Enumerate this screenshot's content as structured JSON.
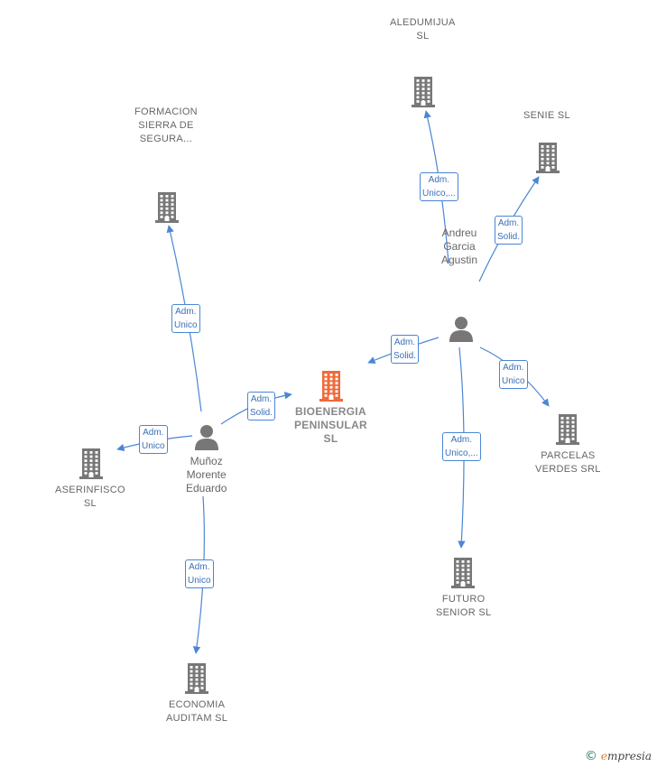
{
  "colors": {
    "edge": "#4a86d4",
    "building": "#777777",
    "building_center": "#f06a3a",
    "person": "#777777"
  },
  "center": {
    "name_lines": [
      "BIOENERGIA",
      "PENINSULAR",
      "SL"
    ]
  },
  "persons": [
    {
      "id": "andreu",
      "name_lines": [
        "Andreu",
        "Garcia",
        "Agustin"
      ]
    },
    {
      "id": "munoz",
      "name_lines": [
        "Muñoz",
        "Morente",
        "Eduardo"
      ]
    }
  ],
  "companies": [
    {
      "id": "aledumijua",
      "name_lines": [
        "ALEDUMIJUA",
        "SL"
      ]
    },
    {
      "id": "senie",
      "name_lines": [
        "SENIE SL"
      ]
    },
    {
      "id": "formacion",
      "name_lines": [
        "FORMACION",
        "SIERRA DE",
        "SEGURA..."
      ]
    },
    {
      "id": "parcelas",
      "name_lines": [
        "PARCELAS",
        "VERDES SRL"
      ]
    },
    {
      "id": "asesinfisco",
      "name_lines": [
        "ASERINFISCO",
        "SL"
      ]
    },
    {
      "id": "futuro",
      "name_lines": [
        "FUTURO",
        "SENIOR  SL"
      ]
    },
    {
      "id": "economia",
      "name_lines": [
        "ECONOMIA",
        "AUDITAM  SL"
      ]
    }
  ],
  "edges": [
    {
      "id": "andreu-aledumijua",
      "label_lines": [
        "Adm.",
        "Unico,..."
      ]
    },
    {
      "id": "andreu-senie",
      "label_lines": [
        "Adm.",
        "Solid."
      ]
    },
    {
      "id": "andreu-center",
      "label_lines": [
        "Adm.",
        "Solid."
      ]
    },
    {
      "id": "andreu-parcelas",
      "label_lines": [
        "Adm.",
        "Unico"
      ]
    },
    {
      "id": "andreu-futuro",
      "label_lines": [
        "Adm.",
        "Unico,..."
      ]
    },
    {
      "id": "munoz-formacion",
      "label_lines": [
        "Adm.",
        "Unico"
      ]
    },
    {
      "id": "munoz-center",
      "label_lines": [
        "Adm.",
        "Solid."
      ]
    },
    {
      "id": "munoz-asesinfisco",
      "label_lines": [
        "Adm.",
        "Unico"
      ]
    },
    {
      "id": "munoz-economia",
      "label_lines": [
        "Adm.",
        "Unico"
      ]
    }
  ],
  "footer": {
    "copyright_symbol": "©",
    "brand_initial": "e",
    "brand_rest": "mpresia"
  }
}
